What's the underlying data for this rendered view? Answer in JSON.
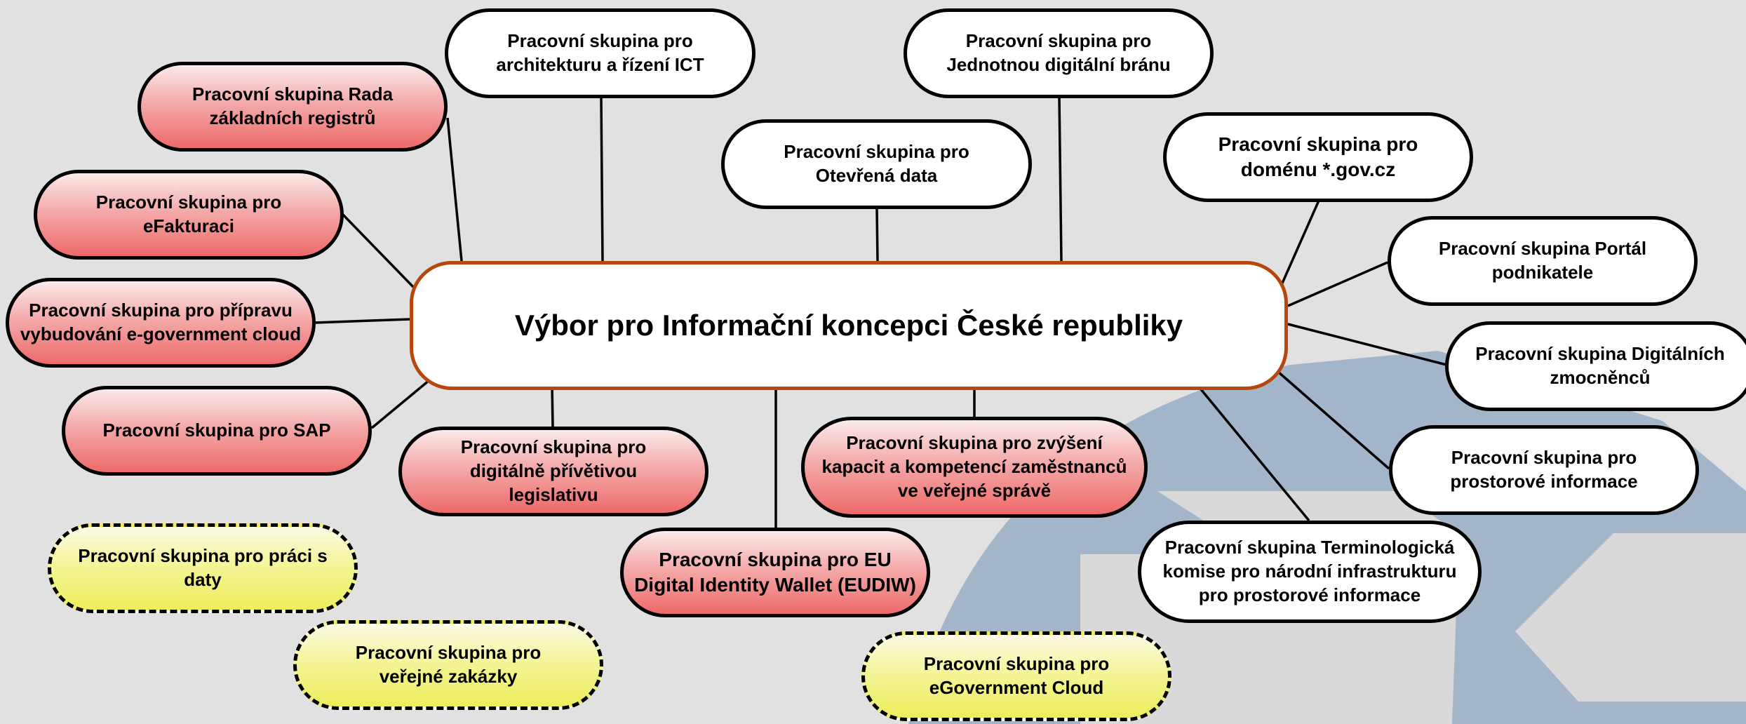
{
  "center": {
    "label": "Výbor pro Informační koncepci České republiky"
  },
  "groups": {
    "architektura": {
      "label": "Pracovní skupina pro architekturu a řízení ICT"
    },
    "jednotna_brana": {
      "label": "Pracovní skupina pro Jednotnou digitální bránu"
    },
    "otevrena_data": {
      "label": "Pracovní skupina pro Otevřená data"
    },
    "gov_cz": {
      "label": "Pracovní skupina pro doménu *.gov.cz"
    },
    "rada_registru": {
      "label": "Pracovní skupina Rada základních registrů"
    },
    "efakturace": {
      "label": "Pracovní skupina pro eFakturaci"
    },
    "egov_cloud_priprava": {
      "label": "Pracovní skupina pro přípravu vybudování e-government cloud"
    },
    "sap": {
      "label": "Pracovní skupina pro SAP"
    },
    "legislativa": {
      "label": "Pracovní skupina pro digitálně přívětivou legislativu"
    },
    "eudiw": {
      "label": "Pracovní skupina pro EU Digital Identity Wallet (EUDIW)"
    },
    "kompetence": {
      "label": "Pracovní skupina pro zvýšení kapacit a kompetencí zaměstnanců ve veřejné správě"
    },
    "portal": {
      "label": "Pracovní skupina Portál podnikatele"
    },
    "zmocnenci": {
      "label": "Pracovní skupina Digitálních zmocněnců"
    },
    "prostorove": {
      "label": "Pracovní skupina pro prostorové informace"
    },
    "terminologicka": {
      "label": "Pracovní skupina Terminologická komise pro národní infrastrukturu pro prostorové informace"
    },
    "prace_s_daty": {
      "label": "Pracovní skupina pro práci s daty"
    },
    "zakazky": {
      "label": "Pracovní skupina pro veřejné zakázky"
    },
    "egov_cloud": {
      "label": "Pracovní skupina pro eGovernment Cloud"
    }
  },
  "colors": {
    "background": "#e1e1e1",
    "watermark": "#a3b5c9",
    "center_border": "#b5470f",
    "red_fill": "#ee6a6a",
    "yellow_fill": "#eded5c",
    "white_fill": "#ffffff"
  }
}
